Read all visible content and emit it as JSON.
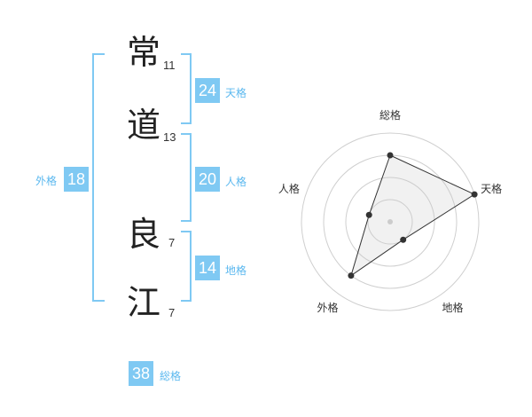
{
  "name_chars": [
    {
      "char": "常",
      "strokes": "11"
    },
    {
      "char": "道",
      "strokes": "13"
    },
    {
      "char": "良",
      "strokes": "7"
    },
    {
      "char": "江",
      "strokes": "7"
    }
  ],
  "scores": {
    "tenkaku": {
      "value": "24",
      "label": "天格"
    },
    "jinkaku": {
      "value": "20",
      "label": "人格"
    },
    "chikaku": {
      "value": "14",
      "label": "地格"
    },
    "gaikaku": {
      "value": "18",
      "label": "外格"
    },
    "soukaku": {
      "value": "38",
      "label": "総格"
    }
  },
  "colors": {
    "accent": "#7fc9f3",
    "label": "#5bb8ef"
  },
  "chart_data": {
    "type": "radar",
    "axes": [
      "総格",
      "天格",
      "地格",
      "外格",
      "人格"
    ],
    "levels": 4,
    "values": [
      3,
      4,
      1,
      3,
      1
    ],
    "grid": true
  }
}
